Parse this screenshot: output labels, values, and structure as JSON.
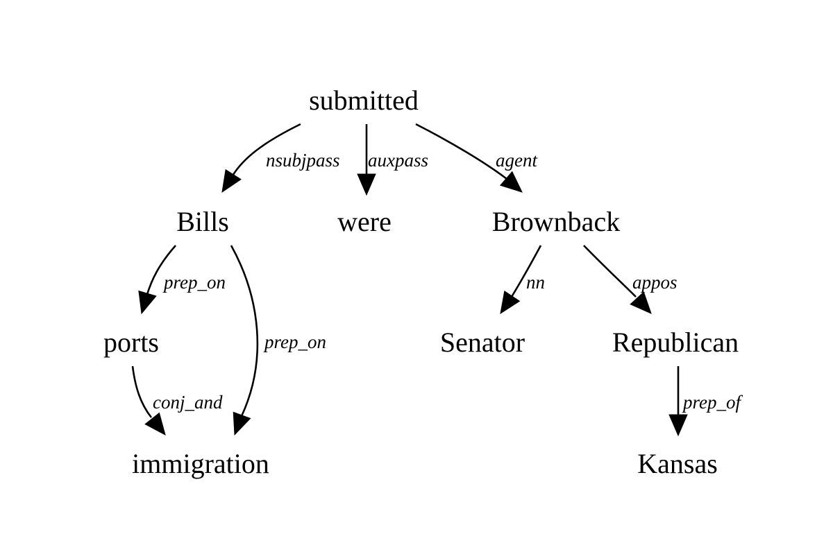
{
  "nodes": [
    {
      "id": "submitted",
      "label": "submitted"
    },
    {
      "id": "bills",
      "label": "Bills"
    },
    {
      "id": "were",
      "label": "were"
    },
    {
      "id": "brownback",
      "label": "Brownback"
    },
    {
      "id": "ports",
      "label": "ports"
    },
    {
      "id": "senator",
      "label": "Senator"
    },
    {
      "id": "republican",
      "label": "Republican"
    },
    {
      "id": "immigration",
      "label": "immigration"
    },
    {
      "id": "kansas",
      "label": "Kansas"
    }
  ],
  "edges": [
    {
      "id": "submitted-bills",
      "from": "submitted",
      "to": "bills",
      "label": "nsubjpass"
    },
    {
      "id": "submitted-were",
      "from": "submitted",
      "to": "were",
      "label": "auxpass"
    },
    {
      "id": "submitted-brownback",
      "from": "submitted",
      "to": "brownback",
      "label": "agent"
    },
    {
      "id": "bills-ports",
      "from": "bills",
      "to": "ports",
      "label": "prep_on"
    },
    {
      "id": "bills-immigration",
      "from": "bills",
      "to": "immigration",
      "label": "prep_on"
    },
    {
      "id": "ports-immigration",
      "from": "ports",
      "to": "immigration",
      "label": "conj_and"
    },
    {
      "id": "brownback-senator",
      "from": "brownback",
      "to": "senator",
      "label": "nn"
    },
    {
      "id": "brownback-republican",
      "from": "brownback",
      "to": "republican",
      "label": "appos"
    },
    {
      "id": "republican-kansas",
      "from": "republican",
      "to": "kansas",
      "label": "prep_of"
    }
  ]
}
